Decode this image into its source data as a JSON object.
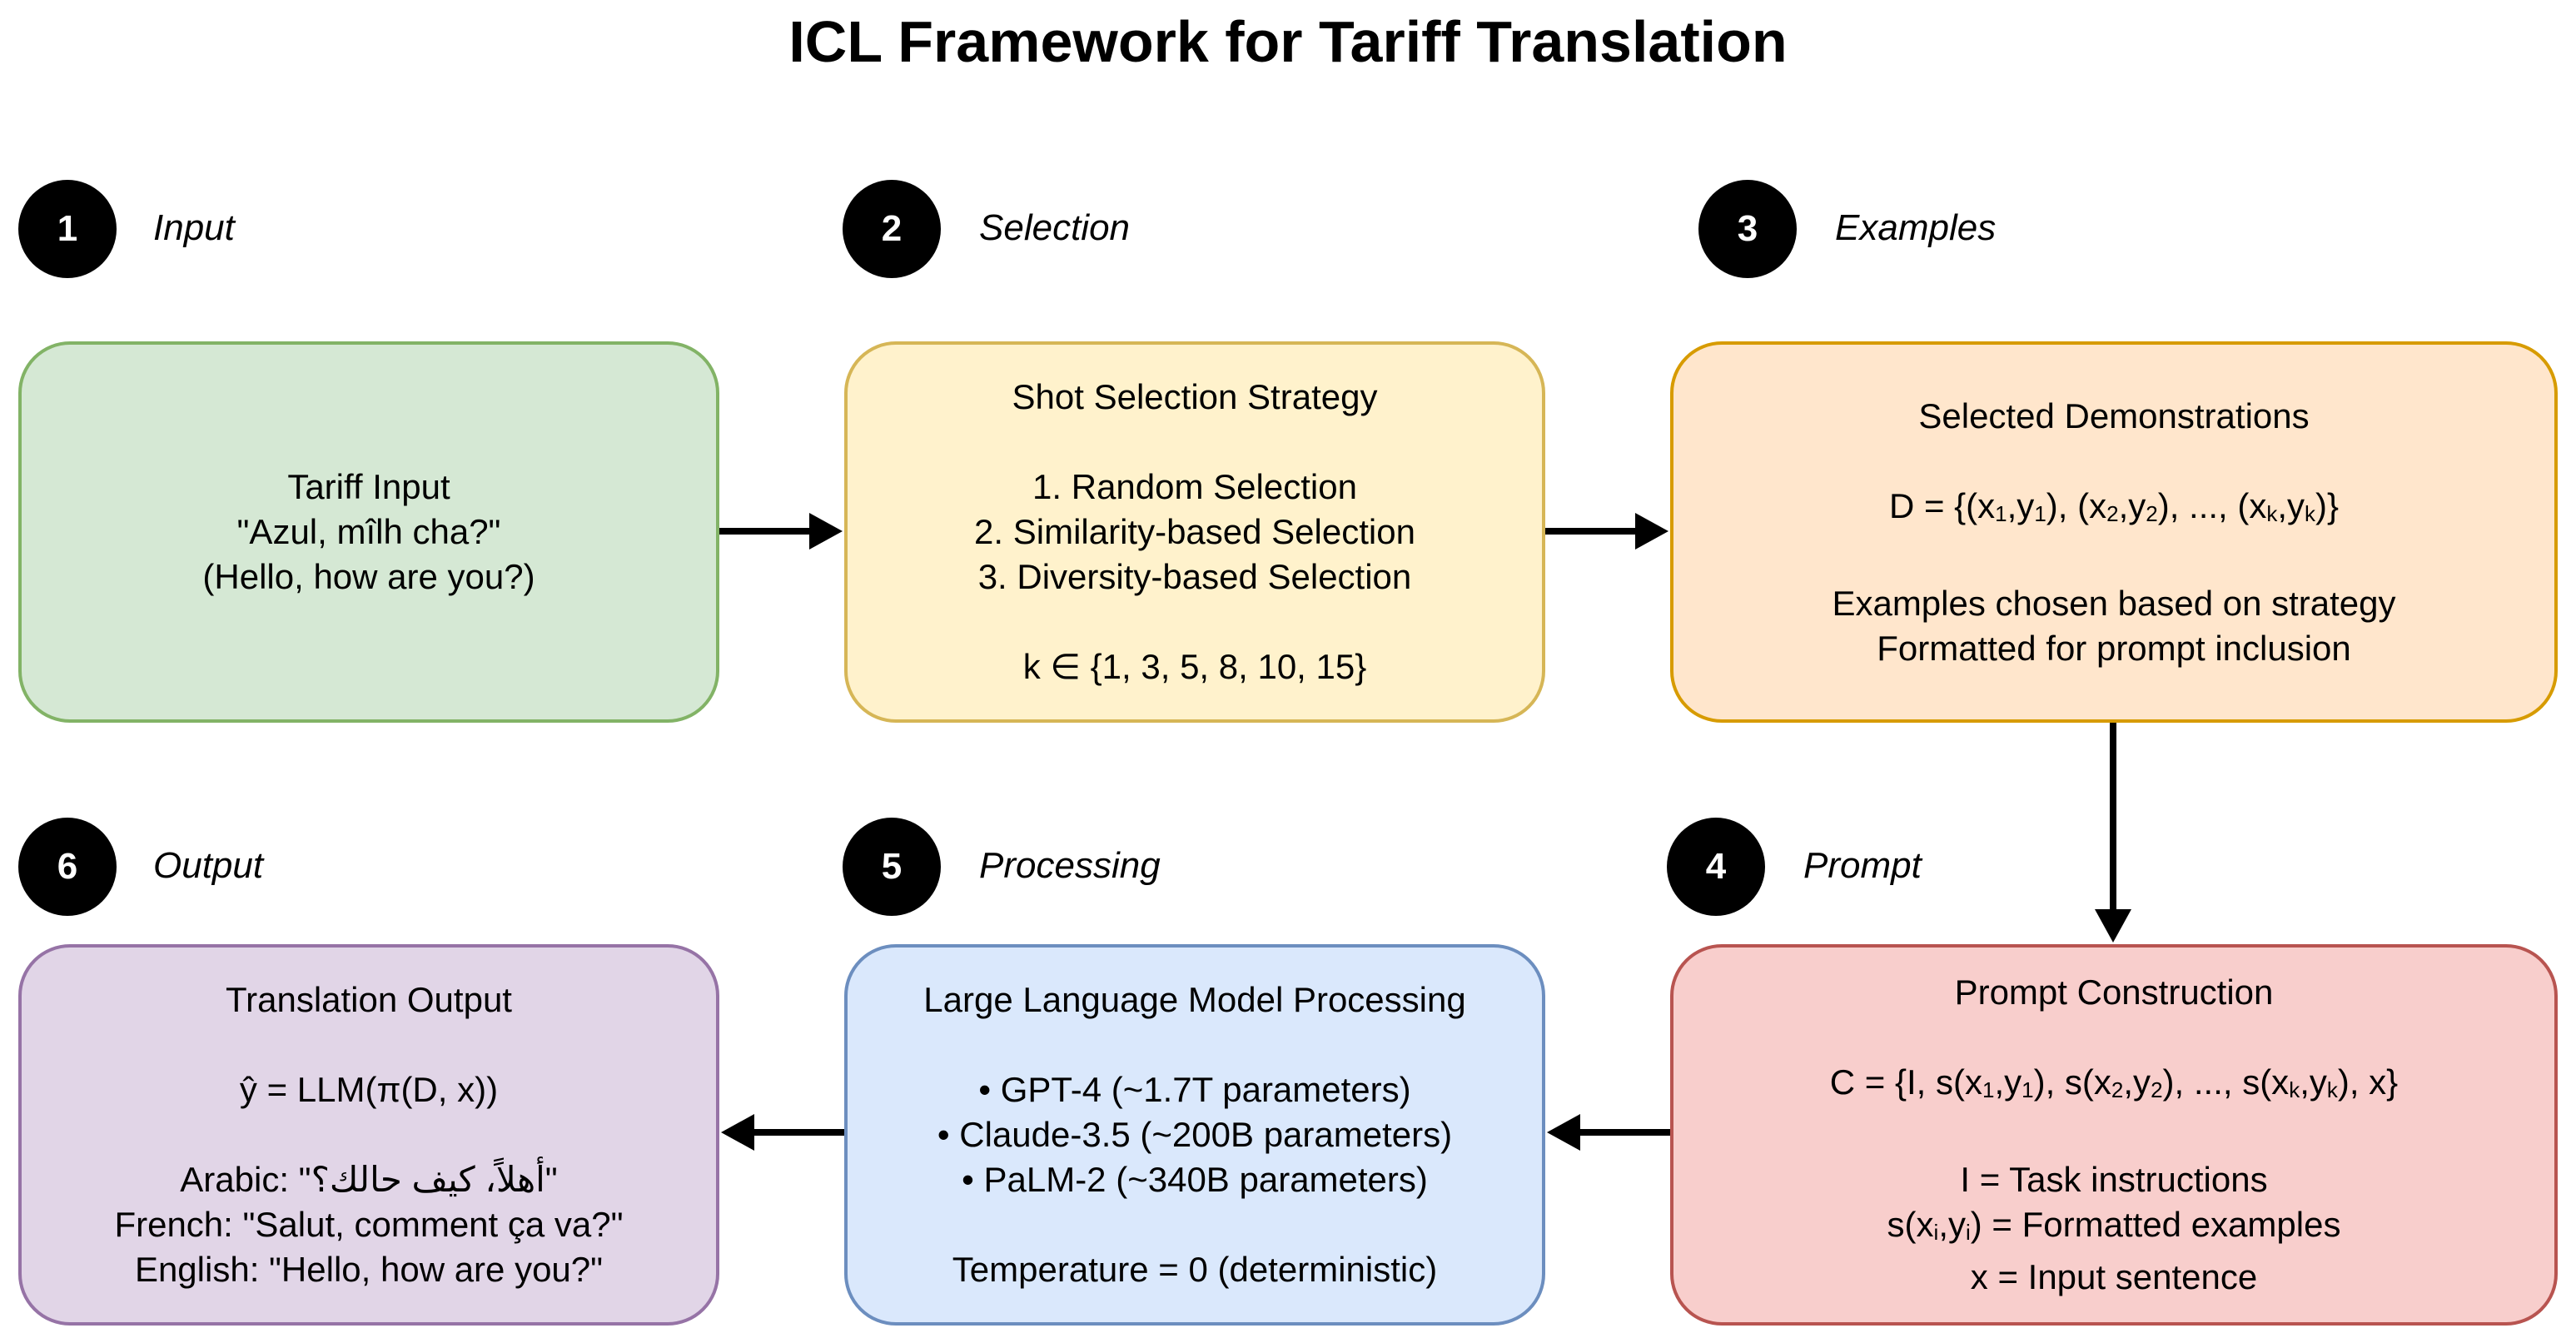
{
  "title": "ICL Framework for Tariff Translation",
  "steps": [
    {
      "number": "1",
      "label": "Input"
    },
    {
      "number": "2",
      "label": "Selection"
    },
    {
      "number": "3",
      "label": "Examples"
    },
    {
      "number": "4",
      "label": "Prompt"
    },
    {
      "number": "5",
      "label": "Processing"
    },
    {
      "number": "6",
      "label": "Output"
    }
  ],
  "input_box": {
    "heading": "Tariff Input",
    "source": "\"Azul, mîlh cha?\"",
    "gloss": "(Hello, how are you?)"
  },
  "selection_box": {
    "heading": "Shot Selection Strategy",
    "items": [
      "1. Random Selection",
      "2. Similarity-based Selection",
      "3. Diversity-based Selection"
    ],
    "k_values": "k ∈ {1, 3, 5, 8, 10, 15}"
  },
  "examples_box": {
    "heading": "Selected Demonstrations",
    "set_prefix": "D = {",
    "set_items": [
      "(x",
      "1",
      ",y",
      "1",
      "), (x",
      "2",
      ",y",
      "2",
      "), ..., (x",
      "k",
      ",y",
      "k",
      ")}"
    ],
    "note1": "Examples chosen based on strategy",
    "note2": "Formatted for prompt inclusion"
  },
  "prompt_box": {
    "heading": "Prompt Construction",
    "formula_parts": [
      "C = {I, s(x",
      "1",
      ",y",
      "1",
      "), s(x",
      "2",
      ",y",
      "2",
      "), ..., s(x",
      "k",
      ",y",
      "k",
      "), x}"
    ],
    "def_i": "I = Task instructions",
    "def_s_parts": [
      "s(x",
      "i",
      ",y",
      "i",
      ") = Formatted examples"
    ],
    "def_x": "x = Input sentence"
  },
  "processing_box": {
    "heading": "Large Language Model Processing",
    "models": [
      "• GPT-4 (~1.7T parameters)",
      "• Claude-3.5 (~200B parameters)",
      "• PaLM-2 (~340B parameters)"
    ],
    "temperature": "Temperature = 0 (deterministic)"
  },
  "output_box": {
    "heading": "Translation Output",
    "formula": "ŷ = LLM(π(D, x))",
    "arabic_label": "Arabic: \"",
    "arabic_text": "أهلاً، كيف حالك؟",
    "arabic_close": "\"",
    "french": "French: \"Salut, comment ça va?\"",
    "english": "English: \"Hello, how are you?\""
  },
  "colors": {
    "green": "#d5e8d4",
    "yellow": "#fff2cc",
    "orange": "#ffe6cc",
    "red": "#f8cecc",
    "blue": "#dae8fc",
    "purple": "#e1d5e7"
  }
}
